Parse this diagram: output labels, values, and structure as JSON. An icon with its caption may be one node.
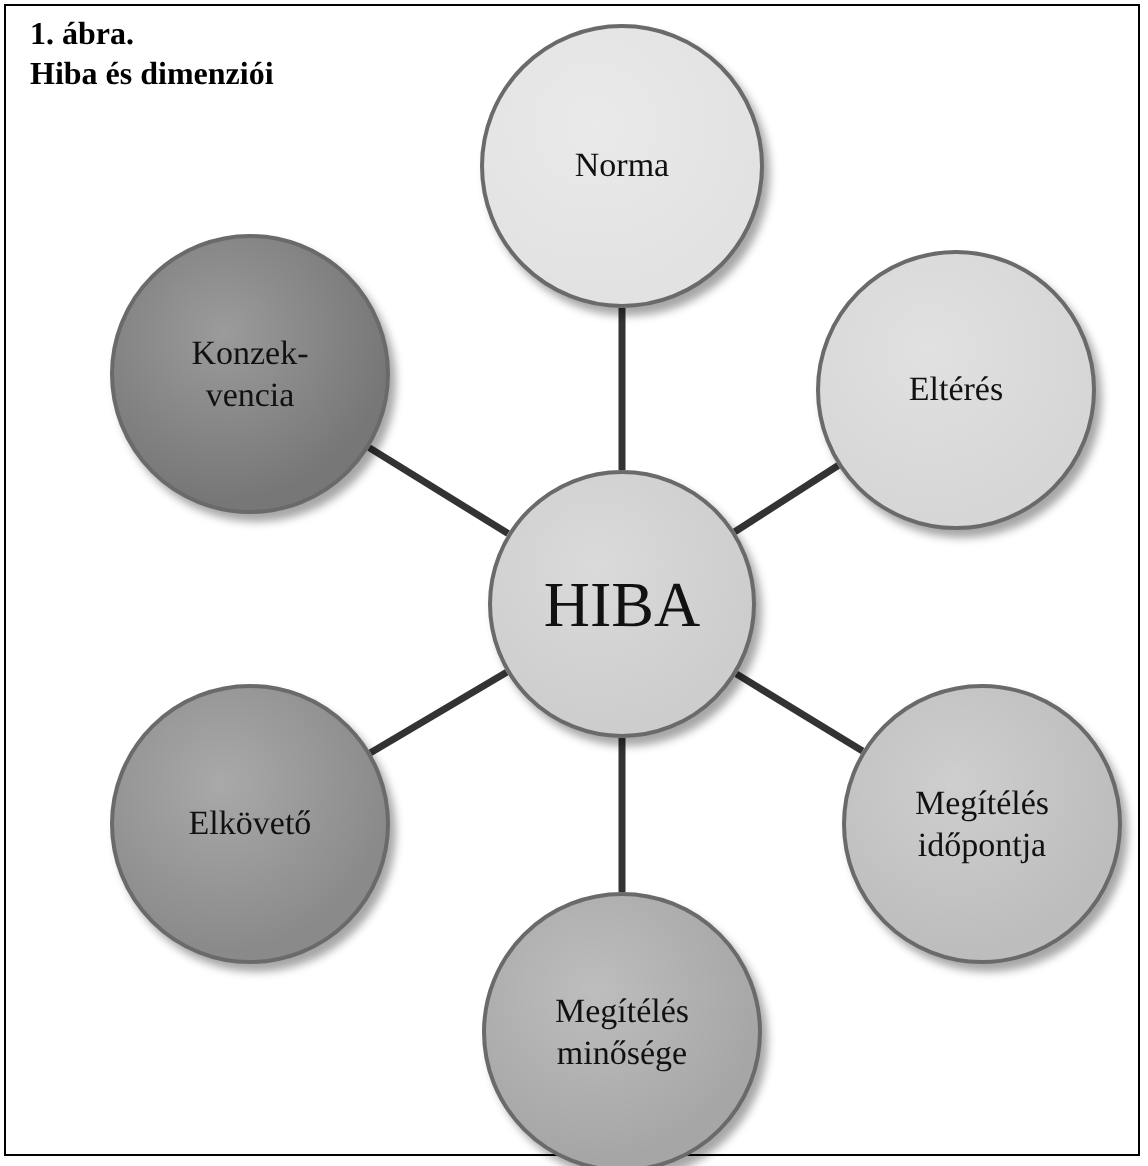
{
  "diagram": {
    "title": "1. ábra.",
    "caption": "Hiba és dimenziói",
    "nodes": [
      {
        "text": [
          "Norma"
        ]
      },
      {
        "text": [
          "Konzek- vencia"
        ]
      },
      {
        "text": [
          "Eltérés"
        ]
      },
      {
        "text": [
          "HIBA"
        ]
      },
      {
        "text": [
          "Elkövető"
        ]
      },
      {
        "text": [
          "Megítélés időpontja"
        ]
      },
      {
        "text": [
          "Megítélés minősége"
        ]
      }
    ],
    "edges": [
      {
        "from": 3,
        "to": 0,
        "arrow": "none"
      },
      {
        "from": 3,
        "to": 2,
        "arrow": "none"
      },
      {
        "from": 3,
        "to": 5,
        "arrow": "none"
      },
      {
        "from": 3,
        "to": 6,
        "arrow": "none"
      },
      {
        "from": 3,
        "to": 4,
        "arrow": "none"
      },
      {
        "from": 3,
        "to": 1,
        "arrow": "none"
      }
    ]
  }
}
